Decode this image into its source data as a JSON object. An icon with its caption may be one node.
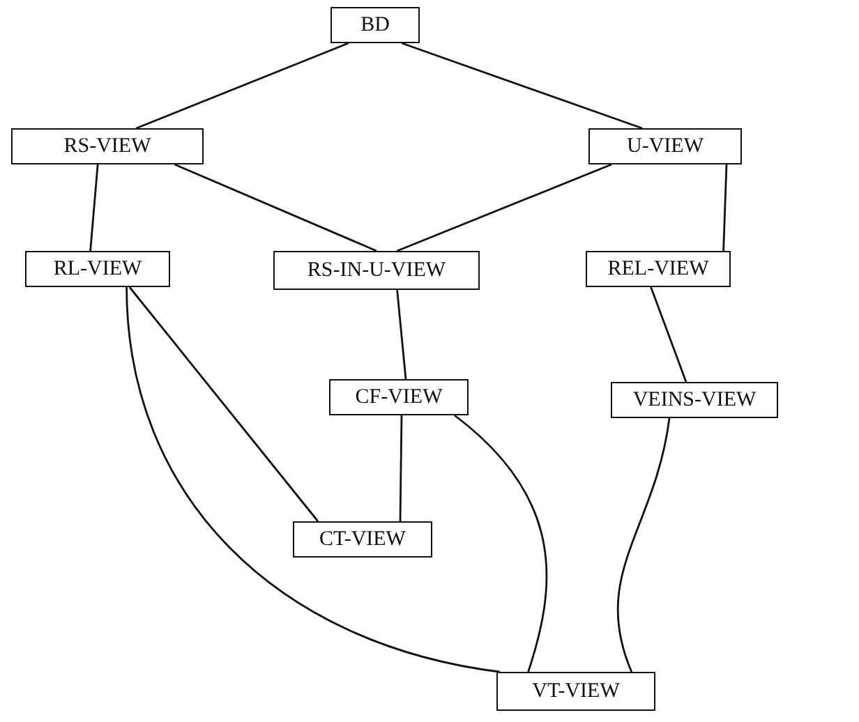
{
  "diagram": {
    "nodes": [
      {
        "text": [
          "BD"
        ]
      },
      {
        "text": [
          "RS-VIEW"
        ]
      },
      {
        "text": [
          "U-VIEW"
        ]
      },
      {
        "text": [
          "RL-VIEW"
        ]
      },
      {
        "text": [
          "RS-IN-U-VIEW"
        ]
      },
      {
        "text": [
          "REL-VIEW"
        ]
      },
      {
        "text": [
          "CF-VIEW"
        ]
      },
      {
        "text": [
          "VEINS-VIEW"
        ]
      },
      {
        "text": [
          "CT-VIEW"
        ]
      },
      {
        "text": [
          "VT-VIEW"
        ]
      }
    ],
    "edges": [
      {
        "from": 0,
        "to": 1,
        "arrow": "none"
      },
      {
        "from": 0,
        "to": 2,
        "arrow": "none"
      },
      {
        "from": 1,
        "to": 3,
        "arrow": "none"
      },
      {
        "from": 1,
        "to": 4,
        "arrow": "none"
      },
      {
        "from": 2,
        "to": 4,
        "arrow": "none"
      },
      {
        "from": 2,
        "to": 5,
        "arrow": "none"
      },
      {
        "from": 4,
        "to": 6,
        "arrow": "none"
      },
      {
        "from": 5,
        "to": 7,
        "arrow": "none"
      },
      {
        "from": 3,
        "to": 8,
        "arrow": "none"
      },
      {
        "from": 3,
        "to": 9,
        "arrow": "none"
      },
      {
        "from": 6,
        "to": 8,
        "arrow": "none"
      },
      {
        "from": 6,
        "to": 9,
        "arrow": "none"
      },
      {
        "from": 7,
        "to": 9,
        "arrow": "none"
      }
    ]
  }
}
